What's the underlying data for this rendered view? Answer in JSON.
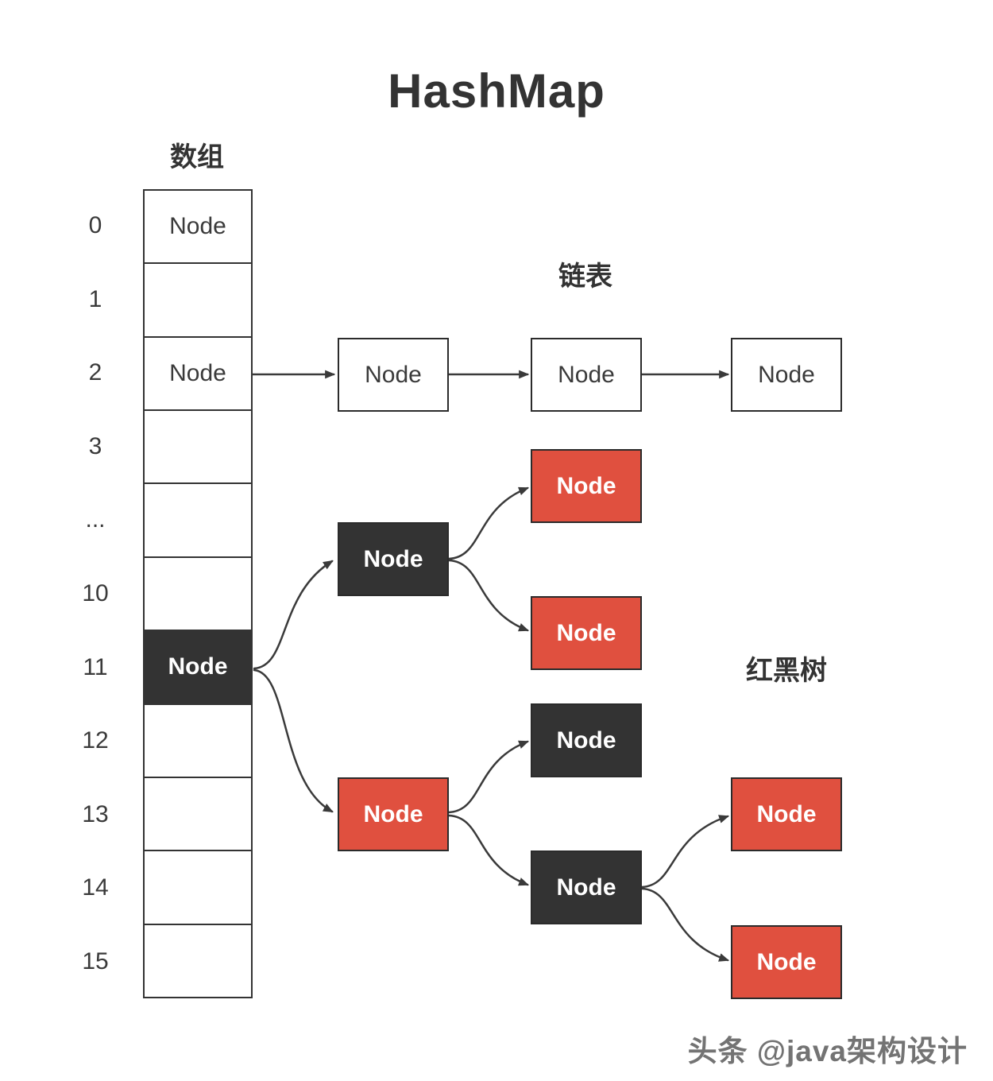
{
  "title": "HashMap",
  "array": {
    "label": "数组",
    "rows": [
      {
        "index": "0",
        "content": "Node"
      },
      {
        "index": "1",
        "content": ""
      },
      {
        "index": "2",
        "content": "Node"
      },
      {
        "index": "3",
        "content": ""
      },
      {
        "index": "...",
        "content": ""
      },
      {
        "index": "10",
        "content": ""
      },
      {
        "index": "11",
        "content": "Node",
        "variant": "black"
      },
      {
        "index": "12",
        "content": ""
      },
      {
        "index": "13",
        "content": ""
      },
      {
        "index": "14",
        "content": ""
      },
      {
        "index": "15",
        "content": ""
      }
    ]
  },
  "linked_list": {
    "label": "链表",
    "nodes": [
      {
        "label": "Node"
      },
      {
        "label": "Node"
      },
      {
        "label": "Node"
      }
    ]
  },
  "tree": {
    "label": "红黑树",
    "nodes": [
      {
        "id": "root-black",
        "label": "Node",
        "color": "black"
      },
      {
        "id": "upper-red-1",
        "label": "Node",
        "color": "red"
      },
      {
        "id": "upper-red-2",
        "label": "Node",
        "color": "red"
      },
      {
        "id": "lower-red",
        "label": "Node",
        "color": "red"
      },
      {
        "id": "mid-black-1",
        "label": "Node",
        "color": "black"
      },
      {
        "id": "mid-black-2",
        "label": "Node",
        "color": "black"
      },
      {
        "id": "right-red-1",
        "label": "Node",
        "color": "red"
      },
      {
        "id": "right-red-2",
        "label": "Node",
        "color": "red"
      }
    ]
  },
  "watermark": "头条 @java架构设计",
  "colors": {
    "red": "#e0503f",
    "black": "#333333",
    "line": "#3a3a3a"
  }
}
